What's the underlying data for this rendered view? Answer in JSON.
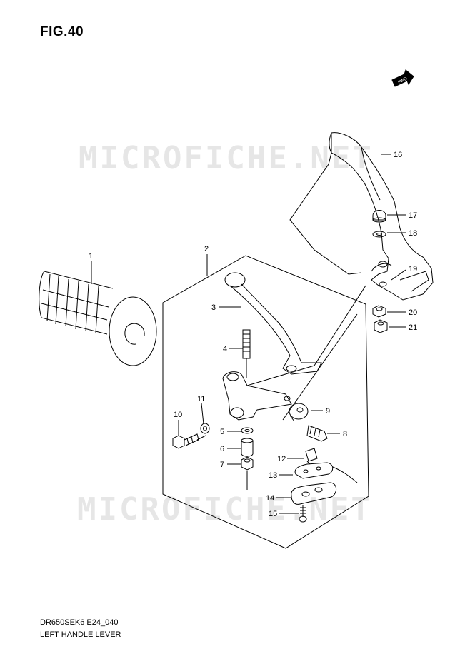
{
  "figure": {
    "title": "FIG.40",
    "code": "DR650SEK6 E24_040",
    "caption": "LEFT HANDLE LEVER"
  },
  "watermarks": [
    "MICROFICHE.NET",
    "MICROFICHE.NET"
  ],
  "fwd_badge": "FWD",
  "callouts": {
    "c1": "1",
    "c2": "2",
    "c3": "3",
    "c4": "4",
    "c5": "5",
    "c6": "6",
    "c7": "7",
    "c8": "8",
    "c9": "9",
    "c10": "10",
    "c11": "11",
    "c12": "12",
    "c13": "13",
    "c14": "14",
    "c15": "15",
    "c16": "16",
    "c17": "17",
    "c18": "18",
    "c19": "19",
    "c20": "20",
    "c21": "21"
  }
}
